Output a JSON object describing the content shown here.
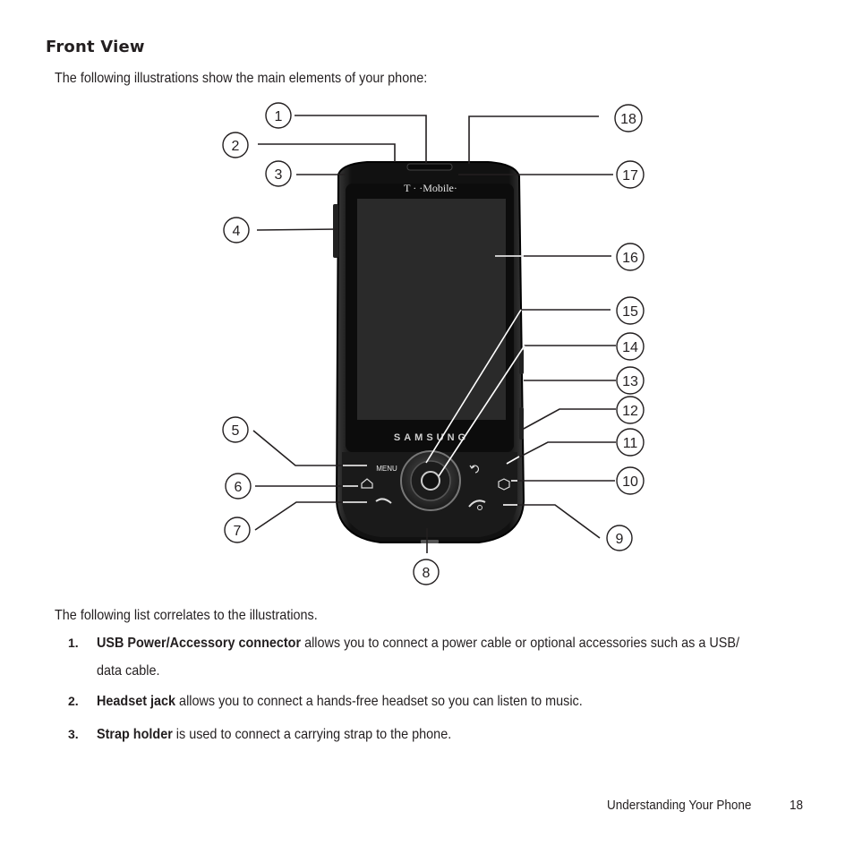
{
  "heading": "Front View",
  "intro": "The following illustrations show the main elements of your phone:",
  "phone": {
    "carrier_logo": "T · ·Mobile·",
    "brand_logo": "SAMSUNG",
    "menu_key": "MENU"
  },
  "callouts": [
    "1",
    "2",
    "3",
    "4",
    "5",
    "6",
    "7",
    "8",
    "9",
    "10",
    "11",
    "12",
    "13",
    "14",
    "15",
    "16",
    "17",
    "18"
  ],
  "list_intro": "The following list correlates to the illustrations.",
  "items": [
    {
      "number": "1.",
      "term": "USB Power/Accessory connector",
      "line1": " allows you to connect a power cable or optional accessories such as a USB/",
      "line2": "data cable."
    },
    {
      "number": "2.",
      "term": "Headset jack",
      "line1": " allows you to connect a hands-free headset so you can listen to music."
    },
    {
      "number": "3.",
      "term": "Strap holder",
      "line1": " is used to connect a carrying strap to the phone."
    }
  ],
  "footer": {
    "section": "Understanding Your Phone",
    "page": "18"
  }
}
